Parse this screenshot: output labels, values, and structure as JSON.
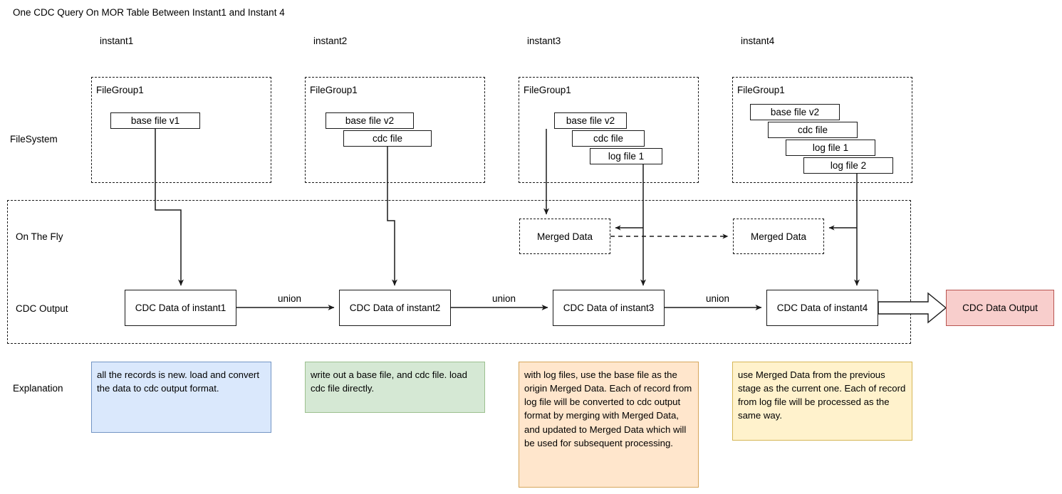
{
  "title": "One CDC Query On MOR Table Between Instant1 and Instant 4",
  "row_labels": {
    "filesystem": "FileSystem",
    "on_the_fly": "On The Fly",
    "cdc_output": "CDC Output",
    "explanation": "Explanation"
  },
  "instants": [
    {
      "label": "instant1"
    },
    {
      "label": "instant2"
    },
    {
      "label": "instant3"
    },
    {
      "label": "instant4"
    }
  ],
  "filegroups": [
    {
      "title": "FileGroup1",
      "files": [
        "base file v1"
      ]
    },
    {
      "title": "FileGroup1",
      "files": [
        "base file v2",
        "cdc file"
      ]
    },
    {
      "title": "FileGroup1",
      "files": [
        "base file v2",
        "cdc file",
        "log file 1"
      ]
    },
    {
      "title": "FileGroup1",
      "files": [
        "base file v2",
        "cdc file",
        "log file 1",
        "log file 2"
      ]
    }
  ],
  "merged_data": [
    {
      "label": "Merged Data"
    },
    {
      "label": "Merged Data"
    }
  ],
  "cdc_data": [
    {
      "label": "CDC Data of instant1"
    },
    {
      "label": "CDC Data of instant2"
    },
    {
      "label": "CDC Data of instant3"
    },
    {
      "label": "CDC Data of instant4"
    }
  ],
  "union_labels": [
    "union",
    "union",
    "union"
  ],
  "output": {
    "label": "CDC Data Output"
  },
  "explanations": [
    {
      "text": "all the records is new.\n\nload and convert the data to cdc\noutput format.",
      "color": "#dae8fc",
      "border": "#7294c4"
    },
    {
      "text": "write out a base file, and cdc file.\n\nload cdc file directly.",
      "color": "#d5e8d4",
      "border": "#9cc08f"
    },
    {
      "text": "with log files, use the base file as the\norigin Merged Data.\n\nEach of record from log file will be\nconverted to cdc output format by\nmerging with Merged Data, and\nupdated to Merged Data which will\nbe used for subsequent processing.",
      "color": "#ffe6cc",
      "border": "#d6a65b"
    },
    {
      "text": "use Merged Data from the previous\nstage as the current one.\n\nEach of record from log file will be\nprocessed as the same way.",
      "color": "#fff2cc",
      "border": "#d6b656"
    }
  ],
  "colors": {
    "output_fill": "#f8cecc",
    "output_border": "#b85450",
    "line": "#1a1a1a"
  }
}
